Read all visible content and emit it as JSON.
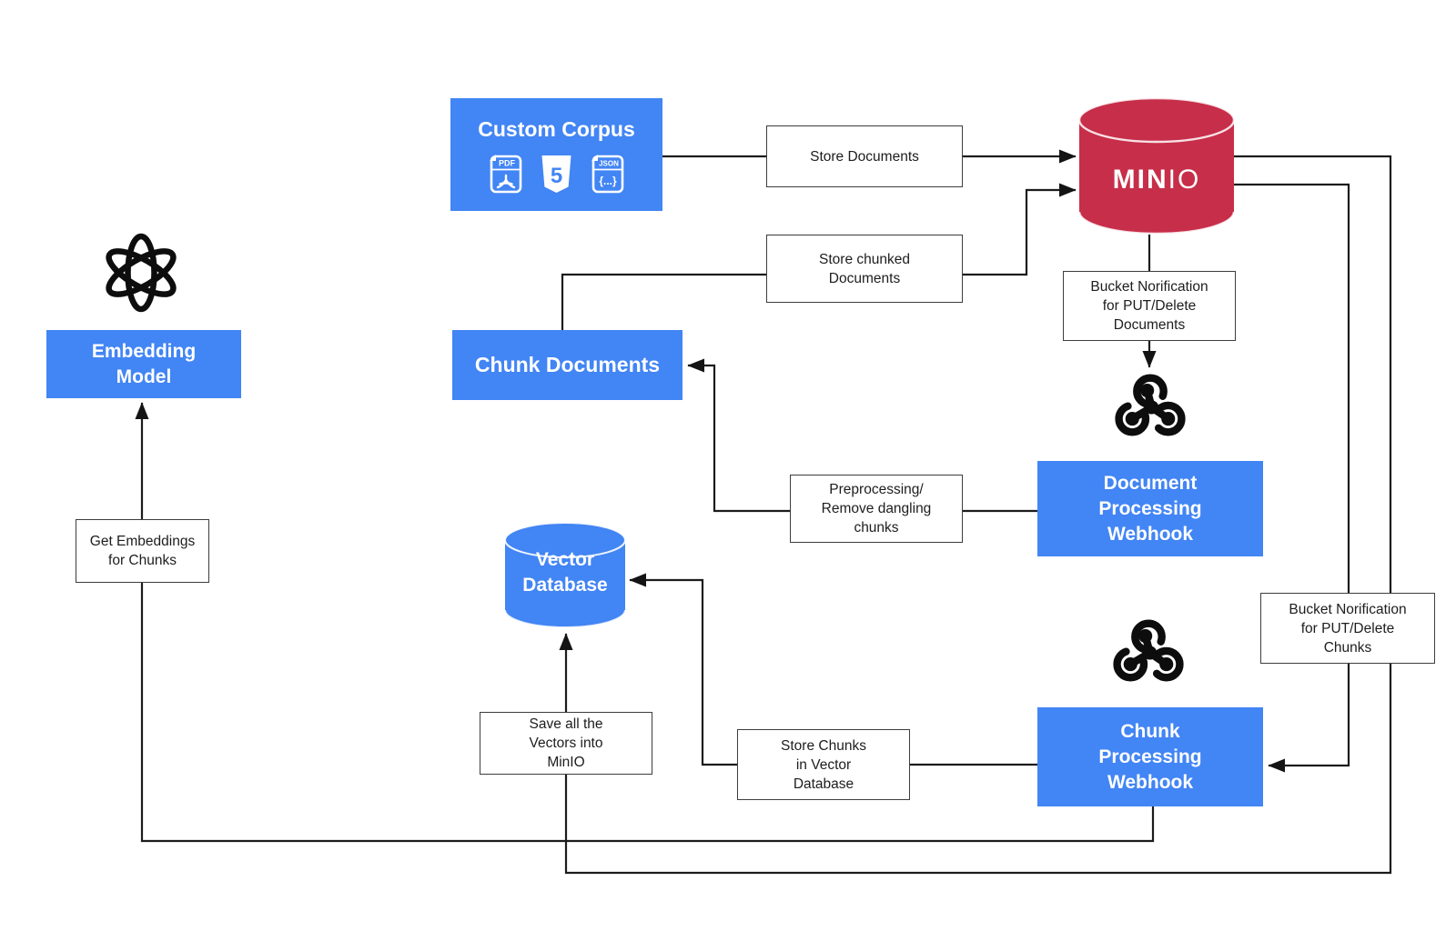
{
  "colors": {
    "accent_blue": "#4285F4",
    "minio_red": "#C72E49",
    "line_black": "#1c1c1c",
    "box_border": "#3d3d3d",
    "text_dark": "#1d1d1f",
    "text_white": "#ffffff"
  },
  "nodes": {
    "custom_corpus": {
      "title": "Custom Corpus",
      "icons": [
        "pdf-file-icon",
        "html5-icon",
        "json-file-icon"
      ],
      "pdf_label": "PDF",
      "json_label": "JSON",
      "json_glyph": "{...}",
      "html5_glyph": "5"
    },
    "store_documents": {
      "lines": [
        "Store Documents"
      ]
    },
    "minio": {
      "wordmark_bold": "MIN",
      "wordmark_light": "IO"
    },
    "store_chunked_documents": {
      "lines": [
        "Store chunked",
        "Documents"
      ]
    },
    "chunk_documents": {
      "title": "Chunk Documents"
    },
    "bucket_notification_documents": {
      "lines": [
        "Bucket Norification",
        "for PUT/Delete",
        "Documents"
      ]
    },
    "document_processing_webhook": {
      "lines": [
        "Document",
        "Processing",
        "Webhook"
      ]
    },
    "preprocessing": {
      "lines": [
        "Preprocessing/",
        "Remove dangling",
        "chunks"
      ]
    },
    "embedding_model": {
      "lines": [
        "Embedding",
        "Model"
      ]
    },
    "get_embeddings": {
      "lines": [
        "Get Embeddings",
        "for Chunks"
      ]
    },
    "vector_database": {
      "lines": [
        "Vector",
        "Database"
      ]
    },
    "save_vectors": {
      "lines": [
        "Save all the",
        "Vectors into",
        "MinIO"
      ]
    },
    "store_chunks_vector": {
      "lines": [
        "Store Chunks",
        "in Vector",
        "Database"
      ]
    },
    "chunk_processing_webhook": {
      "lines": [
        "Chunk",
        "Processing",
        "Webhook"
      ]
    },
    "bucket_notification_chunks": {
      "lines": [
        "Bucket Norification",
        "for PUT/Delete",
        "Chunks"
      ]
    }
  },
  "edges": [
    {
      "from": "custom_corpus",
      "to": "minio",
      "label": "Store Documents"
    },
    {
      "from": "chunk_documents",
      "to": "minio",
      "label": "Store chunked Documents"
    },
    {
      "from": "minio",
      "to": "document_processing_webhook",
      "label": "Bucket Norification for PUT/Delete Documents"
    },
    {
      "from": "document_processing_webhook",
      "to": "chunk_documents",
      "label": "Preprocessing/ Remove dangling chunks"
    },
    {
      "from": "minio",
      "to": "chunk_processing_webhook",
      "label": "Bucket Norification for PUT/Delete Chunks"
    },
    {
      "from": "chunk_processing_webhook",
      "to": "vector_database",
      "label": "Store Chunks in Vector Database"
    },
    {
      "from": "chunk_processing_webhook",
      "to": "embedding_model",
      "label": "Get Embeddings for Chunks"
    },
    {
      "from": "minio",
      "to": "vector_database",
      "label": "Save all the Vectors into MinIO"
    }
  ]
}
